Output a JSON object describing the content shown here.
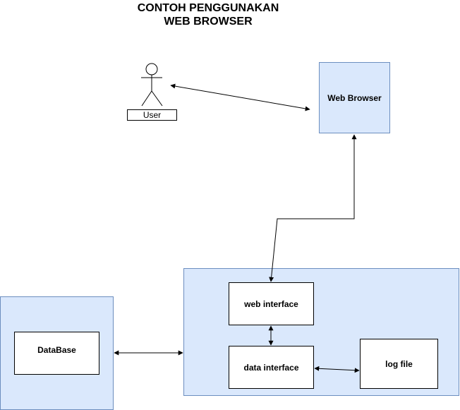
{
  "title": {
    "line1": "CONTOH PENGGUNAKAN",
    "line2": "WEB BROWSER"
  },
  "actor": {
    "label": "User",
    "icon": "stick-figure-icon"
  },
  "nodes": {
    "web_browser": "Web Browser",
    "web_interface": "web interface",
    "data_interface": "data interface",
    "log_file": "log file",
    "database": "DataBase"
  },
  "colors": {
    "container_fill": "#dae8fc",
    "container_border": "#6c8ebf",
    "stroke": "#000000"
  }
}
